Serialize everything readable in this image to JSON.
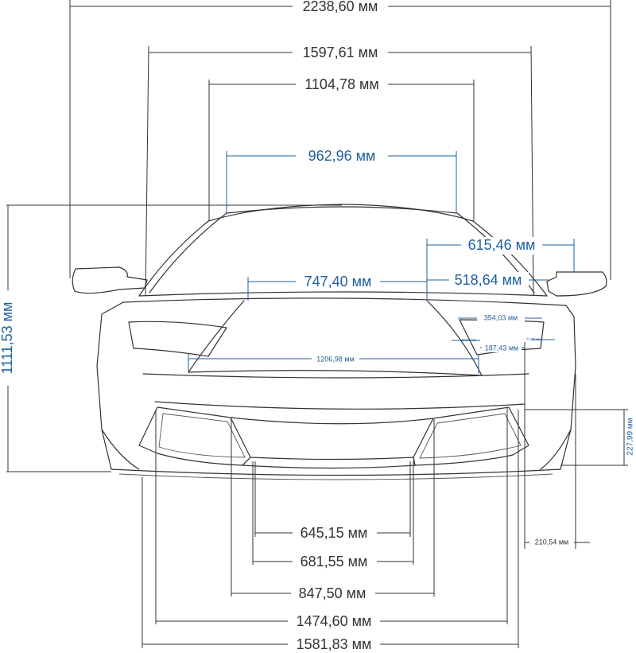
{
  "colors": {
    "dark_text": "#333333",
    "blue_text": "#1f5fa0",
    "outline": "#333333",
    "background": "#ffffff"
  },
  "dimensions": {
    "width_with_mirrors": "2238,60 мм",
    "track_upper": "1597,61 мм",
    "roof_upper": "1104,78 мм",
    "roof_width": "962,96 мм",
    "mirror_span": "615,46 мм",
    "mirror_inner": "518,64 мм",
    "hood_width": "747,40 мм",
    "light_width": "354,03 мм",
    "light_small_a": "59,93 мм",
    "light_small_b": "77,76 мм",
    "light_mid": "187,43 мм",
    "hood_front": "1206,98 мм",
    "overall_height": "1111,53 мм",
    "ground_clearance": "227,99 мм",
    "side_offset": "210,54 мм",
    "intake_inner": "645,15 мм",
    "intake_mid": "681,55 мм",
    "intake_outer": "847,50 мм",
    "track_front": "1474,60 мм",
    "body_width": "1581,83 мм"
  }
}
